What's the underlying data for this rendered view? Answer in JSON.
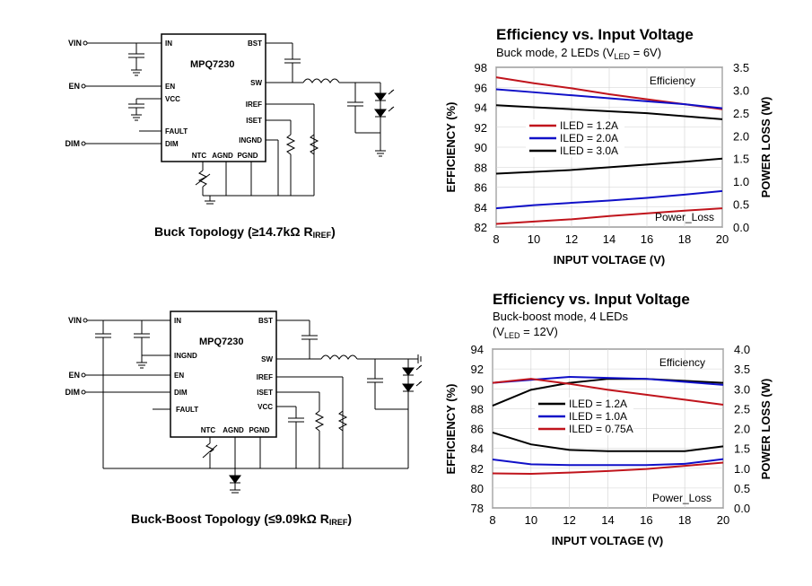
{
  "schematics": [
    {
      "caption_main": "Buck Topology (≥14.7kΩ R",
      "caption_sub": "IREF",
      "caption_end": ")",
      "chip": "MPQ7230",
      "left_pins": [
        "IN",
        "EN",
        "VCC",
        "FAULT",
        "DIM"
      ],
      "right_pins": [
        "BST",
        "SW",
        "IREF",
        "ISET",
        "INGND"
      ],
      "bottom_pins": [
        "NTC",
        "AGND",
        "PGND"
      ],
      "nets": [
        "VIN",
        "EN",
        "DIM"
      ]
    },
    {
      "caption_main": "Buck-Boost Topology (≤9.09kΩ R",
      "caption_sub": "IREF",
      "caption_end": ")",
      "chip": "MPQ7230",
      "left_pins": [
        "IN",
        "INGND",
        "EN",
        "DIM",
        "FAULT"
      ],
      "right_pins": [
        "BST",
        "SW",
        "IREF",
        "ISET",
        "VCC"
      ],
      "bottom_pins": [
        "NTC",
        "AGND",
        "PGND"
      ],
      "nets": [
        "VIN",
        "EN",
        "DIM"
      ]
    }
  ],
  "chart_data": [
    {
      "type": "line",
      "title": "Efficiency vs. Input Voltage",
      "subtitle_parts": [
        "Buck mode, 2 LEDs (V",
        "LED",
        " = 6V)"
      ],
      "xlabel": "INPUT VOLTAGE (V)",
      "ylabel_left": "EFFICIENCY (%)",
      "ylabel_right": "POWER LOSS (W)",
      "x_ticks": [
        "8",
        "10",
        "12",
        "14",
        "16",
        "18",
        "20"
      ],
      "y_left_ticks": [
        "98",
        "96",
        "94",
        "92",
        "90",
        "88",
        "86",
        "84",
        "82"
      ],
      "y_right_ticks": [
        "3.5",
        "3.0",
        "2.5",
        "2.0",
        "1.5",
        "1.0",
        "0.5",
        "0.0"
      ],
      "xlim": [
        8,
        20
      ],
      "ylim_left": [
        82,
        98
      ],
      "ylim_right": [
        0,
        3.5
      ],
      "annotations": [
        "Efficiency",
        "Power_Loss"
      ],
      "legend": [
        "ILED = 1.2A",
        "ILED = 2.0A",
        "ILED = 3.0A"
      ],
      "colors": [
        "#c0141c",
        "#1010c8",
        "#000000"
      ],
      "x": [
        8,
        10,
        12,
        14,
        16,
        18,
        20
      ],
      "series": [
        {
          "name": "ILED = 1.2A",
          "color": "#c0141c",
          "efficiency": [
            97.0,
            96.4,
            95.9,
            95.3,
            94.8,
            94.3,
            93.8
          ],
          "power_loss": [
            0.07,
            0.12,
            0.17,
            0.24,
            0.3,
            0.36,
            0.41
          ]
        },
        {
          "name": "ILED = 2.0A",
          "color": "#1010c8",
          "efficiency": [
            95.8,
            95.5,
            95.2,
            94.9,
            94.6,
            94.3,
            93.9
          ],
          "power_loss": [
            0.41,
            0.48,
            0.53,
            0.58,
            0.64,
            0.71,
            0.79
          ]
        },
        {
          "name": "ILED = 3.0A",
          "color": "#000000",
          "efficiency": [
            94.2,
            94.0,
            93.8,
            93.6,
            93.4,
            93.1,
            92.8
          ],
          "power_loss": [
            1.17,
            1.21,
            1.25,
            1.31,
            1.37,
            1.43,
            1.5
          ]
        }
      ]
    },
    {
      "type": "line",
      "title": "Efficiency vs. Input Voltage",
      "subtitle_parts": [
        "Buck-boost mode, 4 LEDs",
        "(V",
        "LED",
        " = 12V)"
      ],
      "xlabel": "INPUT VOLTAGE (V)",
      "ylabel_left": "EFFICIENCY (%)",
      "ylabel_right": "POWER LOSS (W)",
      "x_ticks": [
        "8",
        "10",
        "12",
        "14",
        "16",
        "18",
        "20"
      ],
      "y_left_ticks": [
        "94",
        "92",
        "90",
        "88",
        "86",
        "84",
        "82",
        "80",
        "78"
      ],
      "y_right_ticks": [
        "4.0",
        "3.5",
        "3.0",
        "2.5",
        "2.0",
        "1.5",
        "1.0",
        "0.5",
        "0.0"
      ],
      "xlim": [
        8,
        20
      ],
      "ylim_left": [
        78,
        94
      ],
      "ylim_right": [
        0,
        4
      ],
      "annotations": [
        "Efficiency",
        "Power_Loss"
      ],
      "legend": [
        "ILED = 1.2A",
        "ILED = 1.0A",
        "ILED = 0.75A"
      ],
      "colors": [
        "#000000",
        "#1010c8",
        "#c0141c"
      ],
      "x": [
        8,
        10,
        12,
        14,
        16,
        18,
        20
      ],
      "series": [
        {
          "name": "ILED = 1.2A",
          "color": "#000000",
          "efficiency": [
            88.3,
            89.9,
            90.6,
            91.0,
            91.0,
            90.8,
            90.6
          ],
          "power_loss": [
            1.9,
            1.6,
            1.46,
            1.43,
            1.43,
            1.43,
            1.55
          ]
        },
        {
          "name": "ILED = 1.0A",
          "color": "#1010c8",
          "efficiency": [
            90.6,
            90.9,
            91.2,
            91.1,
            91.0,
            90.7,
            90.4
          ],
          "power_loss": [
            1.22,
            1.1,
            1.08,
            1.08,
            1.08,
            1.11,
            1.23
          ]
        },
        {
          "name": "ILED = 0.75A",
          "color": "#c0141c",
          "efficiency": [
            90.6,
            91.0,
            90.5,
            89.9,
            89.4,
            88.9,
            88.4
          ],
          "power_loss": [
            0.87,
            0.86,
            0.89,
            0.93,
            0.98,
            1.06,
            1.14
          ]
        }
      ]
    }
  ]
}
